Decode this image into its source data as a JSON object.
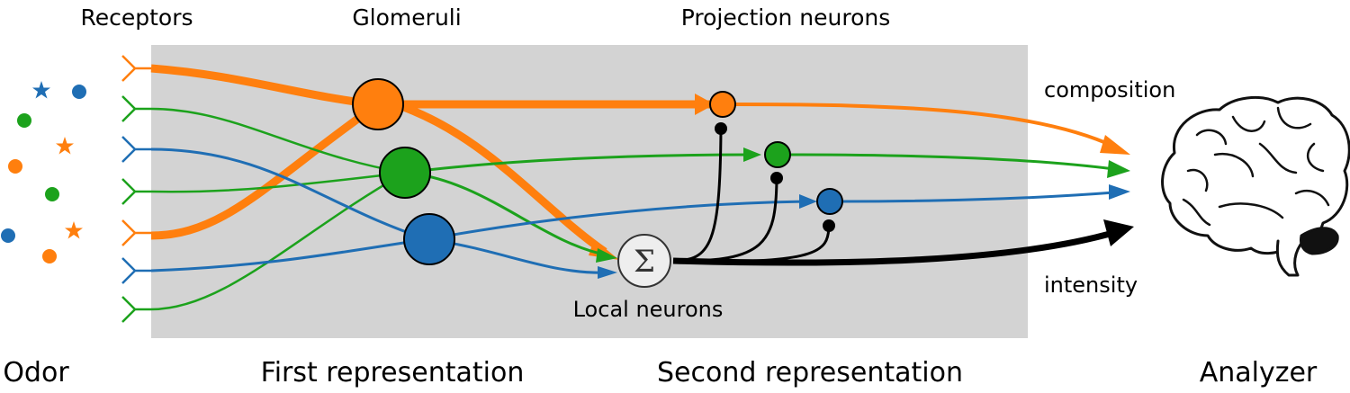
{
  "labels": {
    "receptors": "Receptors",
    "glomeruli": "Glomeruli",
    "projection_neurons": "Projection neurons",
    "local_neurons": "Local neurons",
    "composition": "composition",
    "intensity": "intensity",
    "odor": "Odor",
    "first_representation": "First representation",
    "second_representation": "Second representation",
    "analyzer": "Analyzer",
    "sum_symbol": "Σ"
  },
  "colors": {
    "orange": "#ff7f0e",
    "green": "#1ca21c",
    "blue": "#1f6eb4",
    "black": "#000000",
    "panel": "#d3d3d3",
    "sum_node": "#eeeeee"
  },
  "icons": {
    "odor_molecules": "dots-and-stars",
    "analyzer": "brain-icon",
    "local_neuron": "sigma-node"
  }
}
